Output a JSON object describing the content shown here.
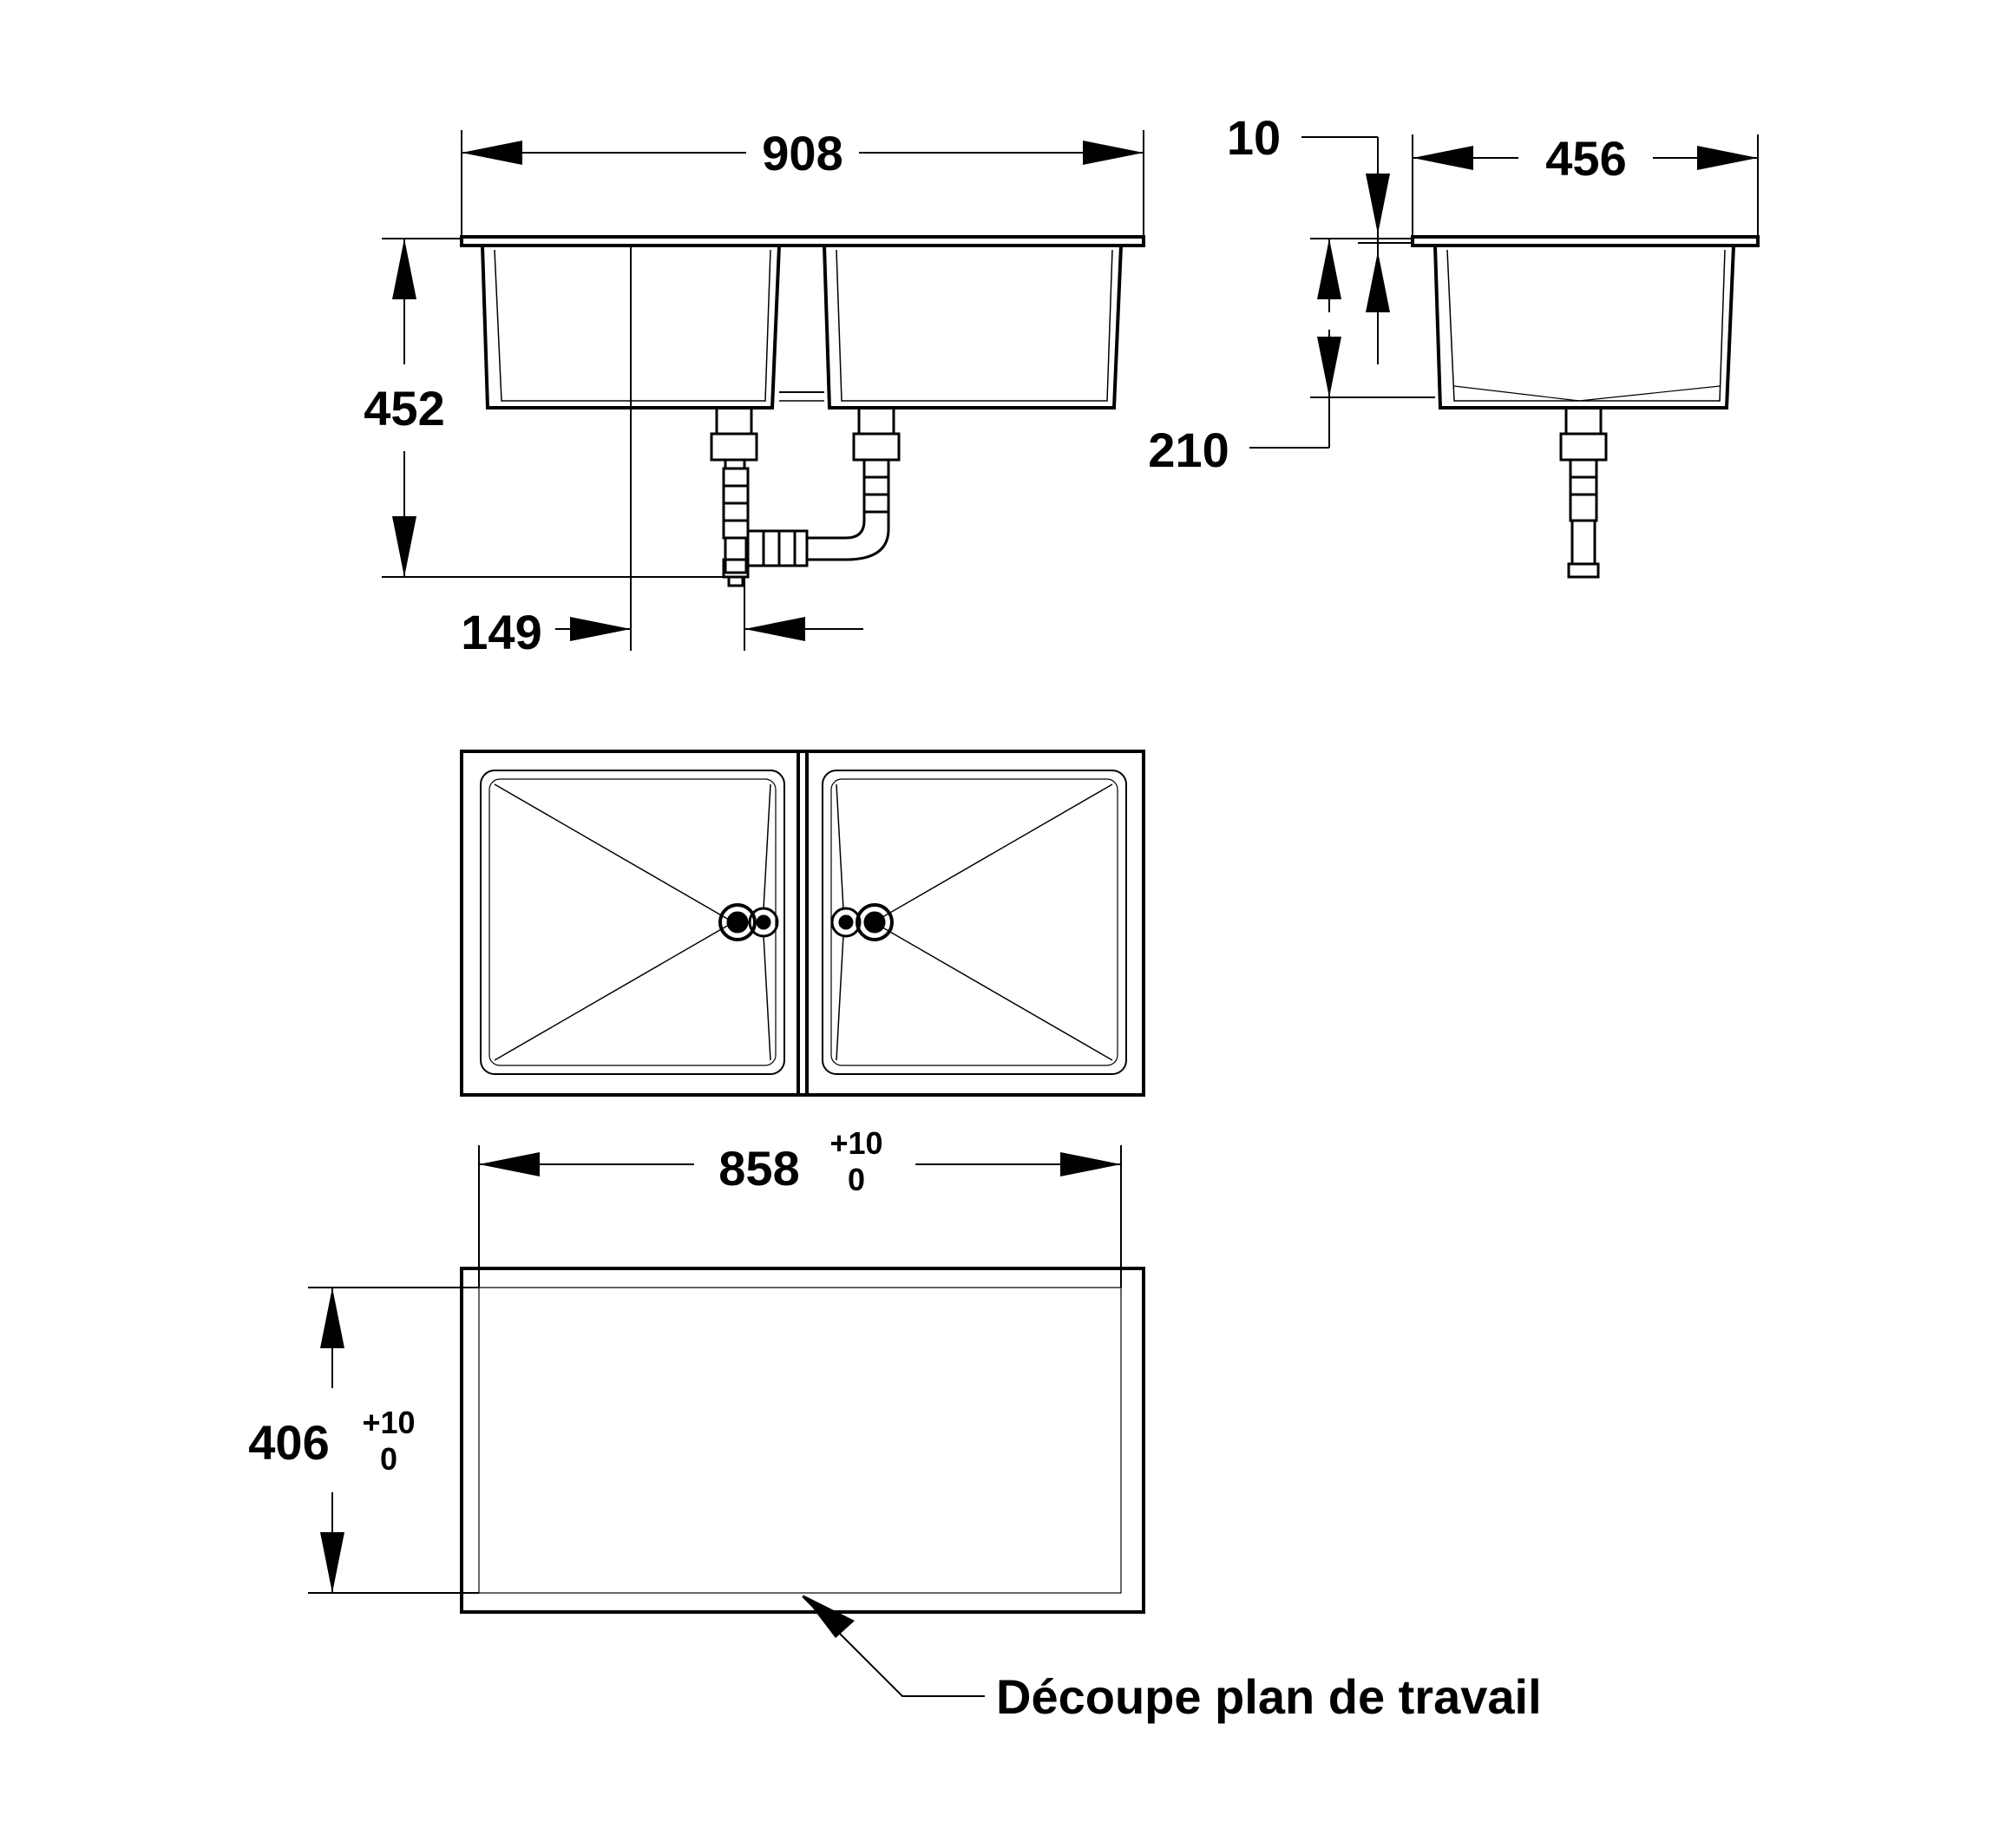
{
  "dimensions": {
    "overall_width": "908",
    "overall_height": "452",
    "drain_offset": "149",
    "rim_thickness": "10",
    "side_depth": "210",
    "side_width": "456",
    "cutout_width": "858",
    "cutout_width_tol_plus": "+10",
    "cutout_width_tol_minus": "0",
    "cutout_depth": "406",
    "cutout_depth_tol_plus": "+10",
    "cutout_depth_tol_minus": "0"
  },
  "annotation": {
    "cutout_label": "Découpe plan de travail"
  },
  "colors": {
    "line": "#000000",
    "background": "#ffffff"
  }
}
